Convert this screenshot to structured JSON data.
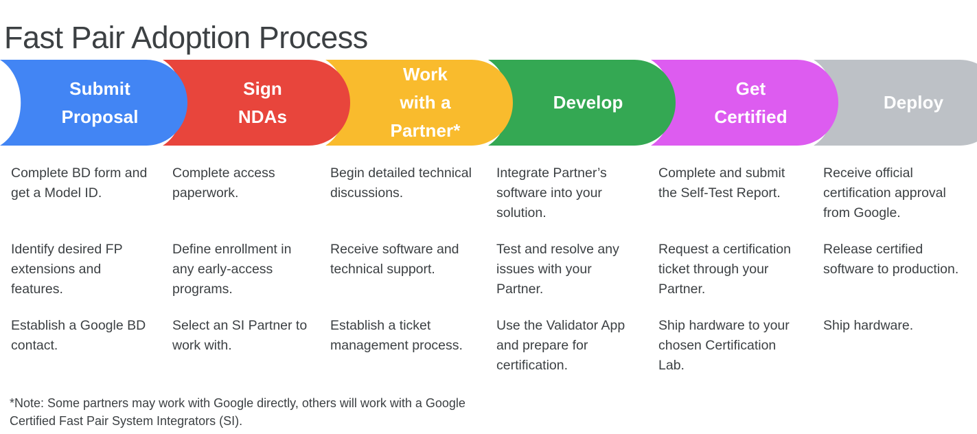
{
  "page": {
    "title": "Fast Pair Adoption Process",
    "background_color": "#ffffff",
    "text_color": "#3c4043"
  },
  "steps": [
    {
      "label": "Submit\nProposal",
      "color": "#4285F4",
      "name": "submit-proposal"
    },
    {
      "label": "Sign\nNDAs",
      "color": "#E8453C",
      "name": "sign-ndas"
    },
    {
      "label": "Work\nwith a\nPartner*",
      "color": "#F9BB2D",
      "name": "work-with-a-partner"
    },
    {
      "label": "Develop",
      "color": "#34A853",
      "name": "develop"
    },
    {
      "label": "Get\nCertified",
      "color": "#DD5CF0",
      "name": "get-certified"
    },
    {
      "label": "Deploy",
      "color": "#BDC1C6",
      "name": "deploy"
    }
  ],
  "columns": [
    {
      "step": "Submit Proposal",
      "bullets": [
        "Complete BD form and get a Model ID.",
        "Identify desired FP extensions and features.",
        "Establish a Google BD contact."
      ]
    },
    {
      "step": "Sign NDAs",
      "bullets": [
        "Complete access paperwork.",
        "Define enrollment in any early-access programs.",
        "Select an SI Partner to work with."
      ]
    },
    {
      "step": "Work with a Partner*",
      "bullets": [
        "Begin detailed technical discussions.",
        "Receive software and technical support.",
        "Establish a ticket management process."
      ]
    },
    {
      "step": "Develop",
      "bullets": [
        "Integrate Partner’s software into your solution.",
        "Test and resolve any issues with your Partner.",
        "Use the Validator App and prepare for certification."
      ]
    },
    {
      "step": "Get Certified",
      "bullets": [
        "Complete and submit the Self-Test Report.",
        "Request a certification ticket through your Partner.",
        "Ship hardware to your chosen Certification Lab."
      ]
    },
    {
      "step": "Deploy",
      "bullets": [
        "Receive official certification approval from Google.",
        "Release certified software to production.",
        "Ship hardware."
      ]
    }
  ],
  "footnote": "*Note: Some partners may work with Google directly, others will work with a Google Certified Fast Pair System Integrators (SI)."
}
